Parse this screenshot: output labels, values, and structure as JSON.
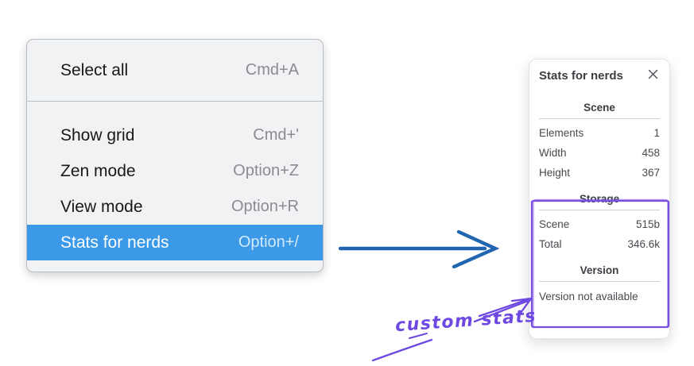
{
  "colors": {
    "menu_highlight": "#3b99e8",
    "flow_arrow_blue": "#2065b0",
    "annotation_purple": "#6d49e2",
    "sketch_box_purple": "#7a4fe0"
  },
  "context_menu": {
    "items": [
      {
        "label": "Select all",
        "shortcut": "Cmd+A",
        "highlighted": false
      },
      {
        "label": "Show grid",
        "shortcut": "Cmd+'",
        "highlighted": false
      },
      {
        "label": "Zen mode",
        "shortcut": "Option+Z",
        "highlighted": false
      },
      {
        "label": "View mode",
        "shortcut": "Option+R",
        "highlighted": false
      },
      {
        "label": "Stats for nerds",
        "shortcut": "Option+/",
        "highlighted": true
      }
    ]
  },
  "stats_panel": {
    "title": "Stats for nerds",
    "close_icon": "close-x",
    "sections": [
      {
        "header": "Scene",
        "rows": [
          {
            "label": "Elements",
            "value": "1"
          },
          {
            "label": "Width",
            "value": "458"
          },
          {
            "label": "Height",
            "value": "367"
          }
        ]
      },
      {
        "header": "Storage",
        "rows": [
          {
            "label": "Scene",
            "value": "515b"
          },
          {
            "label": "Total",
            "value": "346.6k"
          }
        ]
      },
      {
        "header": "Version",
        "note": "Version not available"
      }
    ]
  },
  "annotation": {
    "text": "custom stats"
  }
}
